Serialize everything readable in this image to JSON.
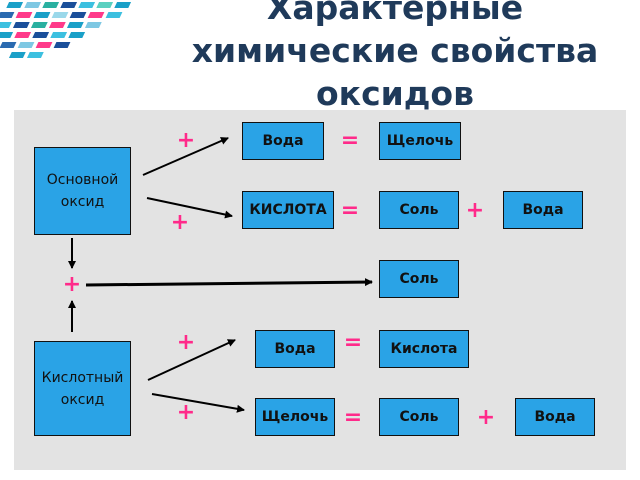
{
  "title": {
    "line1": "Характерные",
    "line2": "химические свойства",
    "line3": "оксидов"
  },
  "boxes": {
    "basic_oxide_line1": "Основной",
    "basic_oxide_line2": "оксид",
    "acid_oxide_line1": "Кислотный",
    "acid_oxide_line2": "оксид",
    "water_1": "Вода",
    "alkali_1": "Щелочь",
    "acid_1": "КИСЛОТА",
    "salt_1": "Соль",
    "water_2": "Вода",
    "salt_mid": "Соль",
    "water_3": "Вода",
    "acid_2": "Кислота",
    "alkali_2": "Щелочь",
    "salt_2": "Соль",
    "water_4": "Вода"
  },
  "ops": {
    "plus": "+",
    "equals": "="
  },
  "colors": {
    "box_fill": "#2aa3e6",
    "operator": "#ff2a8a",
    "panel": "#e3e3e3",
    "title": "#1f3a5a"
  }
}
